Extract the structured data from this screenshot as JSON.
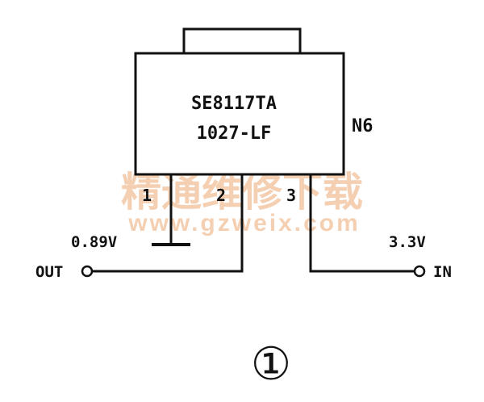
{
  "chip": {
    "part_number": "SE8117TA",
    "code": "1027-LF",
    "ref": "N6"
  },
  "pins": [
    "1",
    "2",
    "3"
  ],
  "voltages": {
    "adj": "0.89V",
    "input": "3.3V"
  },
  "ports": {
    "out": "OUT",
    "in": "IN"
  },
  "watermark": {
    "text": "精通维修下载",
    "url": "www.gzweix.com"
  },
  "figure_label": "①"
}
